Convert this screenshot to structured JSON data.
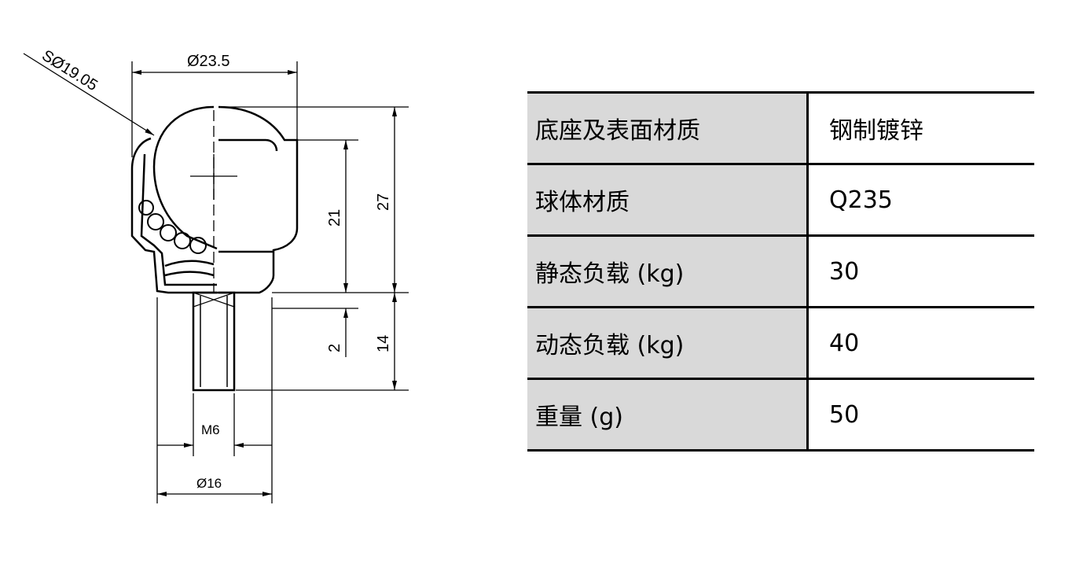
{
  "drawing": {
    "labels": {
      "sphere_dia": "SØ19.05",
      "outer_dia": "Ø23.5",
      "h21": "21",
      "h27": "27",
      "h2": "2",
      "h14": "14",
      "thread": "M6",
      "base_dia": "Ø16"
    }
  },
  "specs": {
    "rows": [
      {
        "key": "底座及表面材质",
        "value": "钢制镀锌"
      },
      {
        "key": "球体材质",
        "value": "Q235"
      },
      {
        "key": "静态负载 (kg)",
        "value": "30"
      },
      {
        "key": "动态负载 (kg)",
        "value": "40"
      },
      {
        "key": "重量 (g)",
        "value": "50"
      }
    ]
  },
  "colors": {
    "key_cell": "#d9d9d9",
    "line": "#000000"
  }
}
